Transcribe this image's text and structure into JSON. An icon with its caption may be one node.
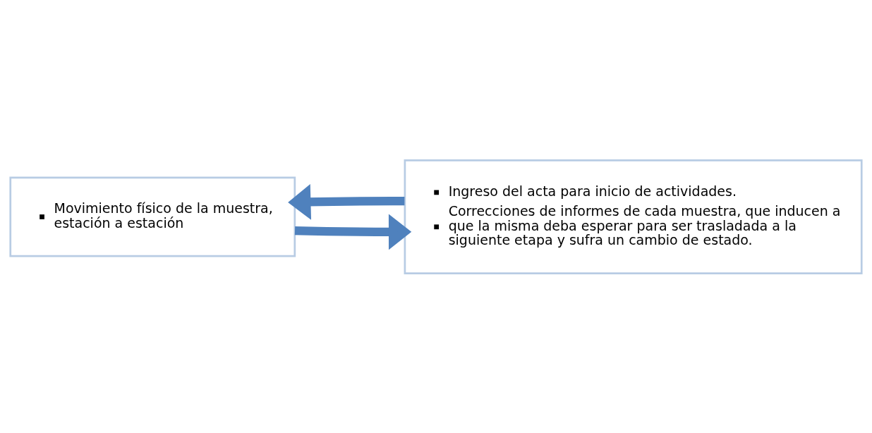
{
  "diagram": {
    "nodes": [
      {
        "text": [
          "Movimiento físico de la muestra, estación a estación"
        ]
      },
      {
        "text": [
          "Ingreso del acta para inicio de actividades.",
          "Correcciones de informes de cada muestra, que inducen a que la misma deba esperar para ser trasladada a la siguiente etapa y sufra un cambio de estado."
        ]
      }
    ],
    "edges": [
      {
        "from": 0,
        "to": 1,
        "arrow": "to"
      },
      {
        "from": 1,
        "to": 0,
        "arrow": "to"
      }
    ]
  }
}
